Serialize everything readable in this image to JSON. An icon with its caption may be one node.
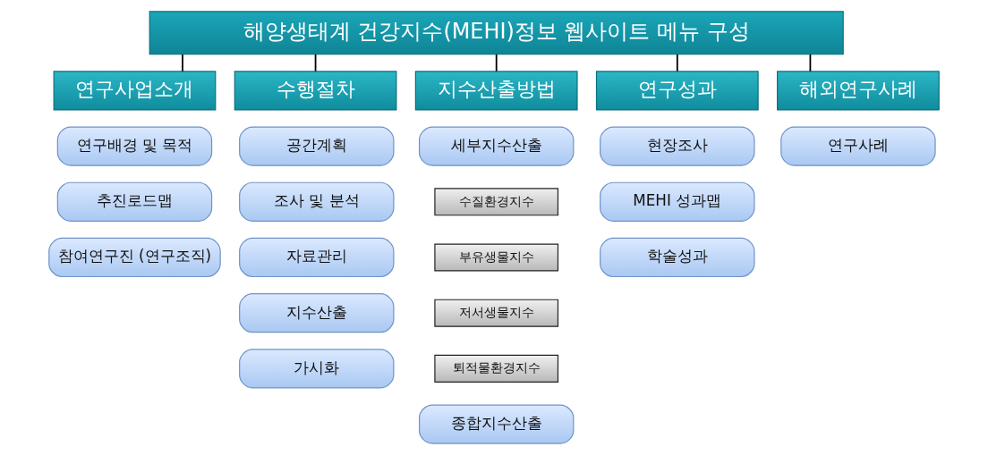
{
  "diagram": {
    "nodes": [
      {
        "text": [
          "해양생태계 건강지수(MEHI)정보 웹사이트 메뉴 구성"
        ]
      },
      {
        "text": [
          "연구사업소개"
        ]
      },
      {
        "text": [
          "수행절차"
        ]
      },
      {
        "text": [
          "지수산출방법"
        ]
      },
      {
        "text": [
          "연구성과"
        ]
      },
      {
        "text": [
          "해외연구사례"
        ]
      },
      {
        "text": [
          "연구배경 및 목적"
        ]
      },
      {
        "text": [
          "추진로드맵"
        ]
      },
      {
        "text": [
          "참여연구진 (연구조직)"
        ]
      },
      {
        "text": [
          "공간계획"
        ]
      },
      {
        "text": [
          "조사 및 분석"
        ]
      },
      {
        "text": [
          "자료관리"
        ]
      },
      {
        "text": [
          "지수산출"
        ]
      },
      {
        "text": [
          "가시화"
        ]
      },
      {
        "text": [
          "세부지수산출"
        ]
      },
      {
        "text": [
          "수질환경지수"
        ]
      },
      {
        "text": [
          "부유생물지수"
        ]
      },
      {
        "text": [
          "저서생물지수"
        ]
      },
      {
        "text": [
          "퇴적물환경지수"
        ]
      },
      {
        "text": [
          "종합지수산출"
        ]
      },
      {
        "text": [
          "현장조사"
        ]
      },
      {
        "text": [
          "MEHI 성과맵"
        ]
      },
      {
        "text": [
          "학술성과"
        ]
      },
      {
        "text": [
          "연구사례"
        ]
      }
    ],
    "edges": [
      {
        "from": 0,
        "to": 1,
        "arrow": "none"
      },
      {
        "from": 0,
        "to": 2,
        "arrow": "none"
      },
      {
        "from": 0,
        "to": 3,
        "arrow": "none"
      },
      {
        "from": 0,
        "to": 4,
        "arrow": "none"
      },
      {
        "from": 0,
        "to": 5,
        "arrow": "none"
      }
    ]
  }
}
